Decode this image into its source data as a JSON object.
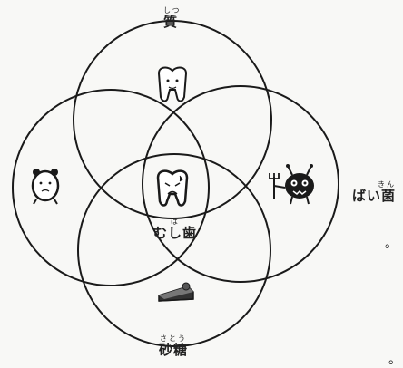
{
  "labels": {
    "top": {
      "text": "質",
      "ruby": "しつ"
    },
    "right": {
      "text": "ばい菌",
      "ruby": "きん"
    },
    "center": {
      "text": "むし歯",
      "ruby": "ば"
    },
    "bottom": {
      "text": "砂糖",
      "ruby": "さとう"
    }
  },
  "edge_marks": [
    "。",
    "。"
  ],
  "icons": {
    "top": "tooth-icon",
    "left": "alarm-clock-icon",
    "right": "germ-devil-icon",
    "center": "decayed-tooth-icon",
    "bottom": "cake-icon"
  },
  "colors": {
    "stroke": "#1a1a1a",
    "background": "#f8f8f6"
  }
}
